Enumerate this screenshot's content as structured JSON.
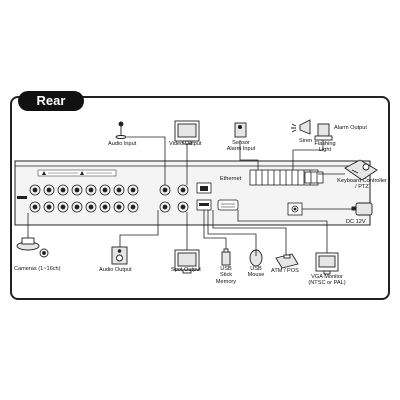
{
  "section_title": "Rear",
  "labels": {
    "audio_input": "Audio Input",
    "video_output": "Video Output",
    "sensor_alarm_input_1": "Sensor",
    "sensor_alarm_input_2": "Alarm Input",
    "siren": "Siren",
    "alarm_output": "Alarm Output",
    "flashing_light_1": "Flashing",
    "flashing_light_2": "Light",
    "keyboard_controller_1": "Keyboard Controller",
    "keyboard_controller_2": "/ PTZ",
    "ethernet": "Ethernet",
    "dc_12v": "DC 12V",
    "cameras": "Cameras (1~16ch)",
    "audio_output": "Audio Output",
    "spot_output": "Spot Output",
    "usb_stick_1": "USB",
    "usb_stick_2": "Stick",
    "usb_stick_3": "Memory",
    "usb_mouse_1": "USB",
    "usb_mouse_2": "Mouse",
    "atm_pos": "ATM / POS",
    "vga_monitor_1": "VGA Monitor",
    "vga_monitor_2": "(NTSC or PAL)"
  },
  "colors": {
    "line": "#222222",
    "device_fill": "#e6e6e6",
    "panel_fill": "#f4f4f4"
  }
}
